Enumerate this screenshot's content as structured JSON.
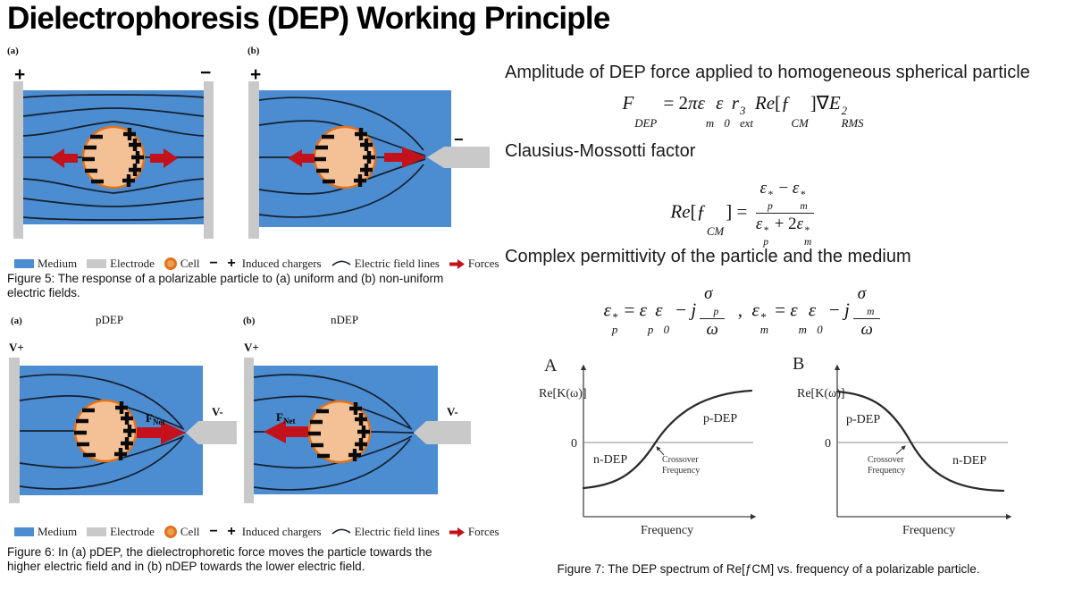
{
  "title": "Dielectrophoresis (DEP) Working Principle",
  "colors": {
    "medium_blue": "#4C8CD0",
    "electrode_gray": "#C9C9C9",
    "cell_fill": "#F4C096",
    "cell_stroke": "#E0731C",
    "force_red": "#C3121B",
    "field_line": "#16202E"
  },
  "legend": {
    "items": [
      {
        "label": "Medium"
      },
      {
        "label": "Electrode"
      },
      {
        "label": "Cell"
      },
      {
        "label": "Induced chargers"
      },
      {
        "label": "Electric field lines"
      },
      {
        "label": "Forces"
      }
    ]
  },
  "figure5": {
    "panel_a": {
      "tag": "(a)",
      "left_electrode_label": "+",
      "right_electrode_label": "−"
    },
    "panel_b": {
      "tag": "(b)",
      "left_electrode_label": "+",
      "right_electrode_label": "−"
    },
    "caption": "Figure 5: The response of a polarizable particle to (a) uniform and (b) non-uniform electric fields."
  },
  "figure6": {
    "panel_a": {
      "tag": "(a)",
      "mode_label": "pDEP",
      "left_terminal_label": "V+",
      "right_terminal_label": "V-",
      "force_label": "F",
      "force_sub": "Net"
    },
    "panel_b": {
      "tag": "(b)",
      "mode_label": "nDEP",
      "left_terminal_label": "V+",
      "right_terminal_label": "V-",
      "force_label": "F",
      "force_sub": "Net"
    },
    "caption": "Figure 6: In (a) pDEP, the dielectrophoretic force moves the particle towards the higher electric field and in (b) nDEP towards the lower electric field."
  },
  "right": {
    "heading1": "Amplitude of DEP force applied to homogeneous spherical particle",
    "heading2": "Clausius-Mossotti factor",
    "heading3": "Complex permittivity of the particle and the medium",
    "eq_fdep": [
      {
        "t": "F",
        "sub": "DEP",
        "it": 1
      },
      {
        "t": " = ",
        "up": 1
      },
      {
        "t": "2",
        "up": 1
      },
      {
        "t": "π",
        "it": 1
      },
      {
        "t": "ε",
        "sub": "m",
        "it": 1
      },
      {
        "t": "ε",
        "sub": "0",
        "it": 1
      },
      {
        "t": "r",
        "sup": "3",
        "sub": "ext",
        "it": 1
      },
      {
        "t": "Re",
        "it": 1
      },
      {
        "t": "[",
        "up": 1
      },
      {
        "t": "ƒ",
        "sub": "CM",
        "it": 1
      },
      {
        "t": "]",
        "up": 1
      },
      {
        "t": "∇",
        "up": 1
      },
      {
        "t": "E",
        "sup": "2",
        "sub": "RMS",
        "it": 1
      }
    ],
    "eq_cm": [
      {
        "t": "Re",
        "it": 1
      },
      {
        "t": "[",
        "up": 1
      },
      {
        "t": "ƒ",
        "sub": "CM",
        "it": 1
      },
      {
        "t": "]",
        "up": 1
      },
      {
        "t": " = ",
        "up": 1
      },
      {
        "frac": {
          "num": [
            {
              "t": "ε",
              "sup": "*",
              "sub": "p",
              "it": 1
            },
            {
              "t": " − ",
              "up": 1
            },
            {
              "t": "ε",
              "sup": "*",
              "sub": "m",
              "it": 1
            }
          ],
          "den": [
            {
              "t": "ε",
              "sup": "*",
              "sub": "p",
              "it": 1
            },
            {
              "t": " + ",
              "up": 1
            },
            {
              "t": "2",
              "up": 1
            },
            {
              "t": "ε",
              "sup": "*",
              "sub": "m",
              "it": 1
            }
          ]
        }
      }
    ],
    "eq_perm": [
      {
        "t": "ε",
        "sup": "*",
        "sub": "p",
        "it": 1
      },
      {
        "t": " = ",
        "up": 1
      },
      {
        "t": "ε",
        "sub": "p",
        "it": 1
      },
      {
        "t": "ε",
        "sub": "0",
        "it": 1
      },
      {
        "t": " − ",
        "up": 1
      },
      {
        "t": "j",
        "it": 1
      },
      {
        "frac": {
          "num": [
            {
              "t": "σ",
              "sub": "p",
              "it": 1
            }
          ],
          "den": [
            {
              "t": "ω",
              "it": 1
            }
          ]
        }
      },
      {
        "t": "  ,  ",
        "up": 1
      },
      {
        "t": "ε",
        "sup": "*",
        "sub": "m",
        "it": 1
      },
      {
        "t": " = ",
        "up": 1
      },
      {
        "t": "ε",
        "sub": "m",
        "it": 1
      },
      {
        "t": "ε",
        "sub": "0",
        "it": 1
      },
      {
        "t": " − ",
        "up": 1
      },
      {
        "t": "j",
        "it": 1
      },
      {
        "frac": {
          "num": [
            {
              "t": "σ",
              "sub": "m",
              "it": 1
            }
          ],
          "den": [
            {
              "t": "ω",
              "it": 1
            }
          ]
        }
      }
    ]
  },
  "figure7": {
    "caption": "Figure 7: The DEP spectrum of Re[ƒCM] vs. frequency of a polarizable particle.",
    "graphs": [
      {
        "tag": "A",
        "ylabel": "Re[K(ω)]",
        "zero_label": "0",
        "xlabel": "Frequency",
        "region_positive": "p-DEP",
        "region_negative": "n-DEP",
        "crossover_line1": "Crossover",
        "crossover_line2": "Frequency"
      },
      {
        "tag": "B",
        "ylabel": "Re[K(ω)]",
        "zero_label": "0",
        "xlabel": "Frequency",
        "region_positive": "p-DEP",
        "region_negative": "n-DEP",
        "crossover_line1": "Crossover",
        "crossover_line2": "Frequency"
      }
    ]
  },
  "chart_data": [
    {
      "type": "line",
      "title": "A",
      "xlabel": "Frequency",
      "ylabel": "Re[K(ω)]",
      "shape": "ascending sigmoid crossing zero at the crossover frequency",
      "regions": {
        "above_zero": "p-DEP",
        "below_zero": "n-DEP"
      },
      "annotations": [
        "Crossover Frequency"
      ],
      "axes_numeric": false,
      "x_normalized": [
        0,
        0.125,
        0.25,
        0.375,
        0.5,
        0.625,
        0.75,
        0.875,
        1
      ],
      "y_normalized": [
        -0.75,
        -0.72,
        -0.6,
        -0.3,
        0,
        0.35,
        0.65,
        0.78,
        0.8
      ]
    },
    {
      "type": "line",
      "title": "B",
      "xlabel": "Frequency",
      "ylabel": "Re[K(ω)]",
      "shape": "descending sigmoid crossing zero at the crossover frequency",
      "regions": {
        "above_zero": "p-DEP",
        "below_zero": "n-DEP"
      },
      "annotations": [
        "Crossover Frequency"
      ],
      "axes_numeric": false,
      "x_normalized": [
        0,
        0.125,
        0.25,
        0.375,
        0.5,
        0.625,
        0.75,
        0.875,
        1
      ],
      "y_normalized": [
        0.8,
        0.78,
        0.65,
        0.35,
        0,
        -0.3,
        -0.6,
        -0.72,
        -0.75
      ]
    }
  ]
}
